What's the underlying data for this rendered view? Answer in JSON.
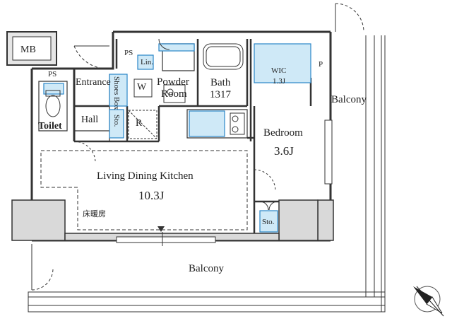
{
  "labels": {
    "mb": "MB",
    "ps_left": "PS",
    "ps_top": "PS",
    "p": "P",
    "entrance": "Entrance",
    "shoes_box": "Shoes Box",
    "toilet": "Toilet",
    "hall": "Hall",
    "sto_hall": "Sto.",
    "r": "R",
    "lin": "Lin.",
    "w": "W",
    "powder_room": [
      "Powder",
      "Room"
    ],
    "bath": [
      "Bath",
      "1317"
    ],
    "wic": [
      "WIC",
      "1.3J"
    ],
    "bedroom": [
      "Bedroom",
      "3.6J"
    ],
    "ldk": [
      "Living Dining Kitchen",
      "10.3J"
    ],
    "floor_heating": "床暖房",
    "sto_bed": "Sto.",
    "balcony_right": "Balcony",
    "balcony_bottom": "Balcony"
  },
  "colors": {
    "wall": "#333333",
    "fixture_fill": "#cfe9f7",
    "fixture_stroke": "#2a86c8",
    "column": "#d9d9d9"
  }
}
